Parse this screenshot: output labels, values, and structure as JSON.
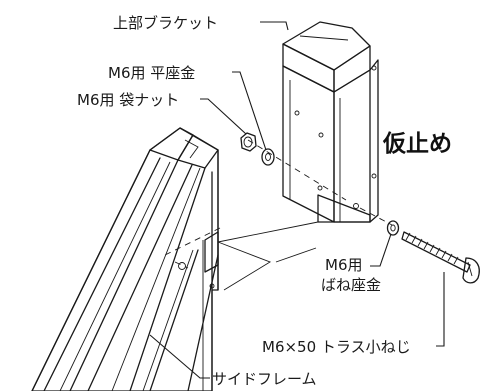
{
  "labels": {
    "upper_bracket": "上部ブラケット",
    "flat_washer": "M6用 平座金",
    "cap_nut": "M6用 袋ナット",
    "tentative_fix": "仮止め",
    "spring_washer_line1": "M6用",
    "spring_washer_line2": "ばね座金",
    "truss_screw": "M6×50 トラス小ねじ",
    "side_frame": "サイドフレーム"
  }
}
